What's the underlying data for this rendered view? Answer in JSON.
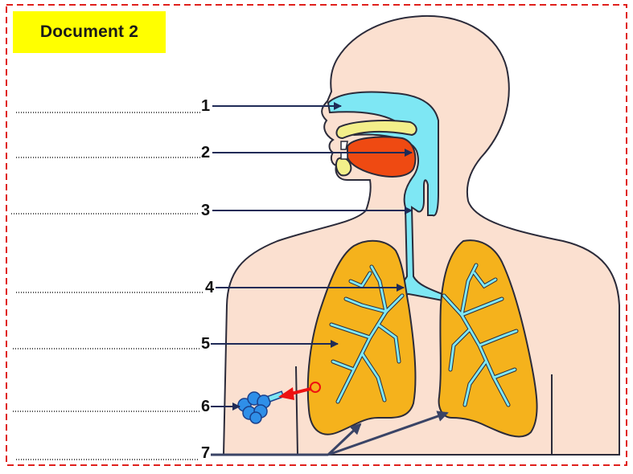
{
  "document": {
    "title": "Document 2",
    "border_color": "#e0201c",
    "title_background": "#ffff00"
  },
  "labels": [
    {
      "number": "1"
    },
    {
      "number": "2"
    },
    {
      "number": "3"
    },
    {
      "number": "4"
    },
    {
      "number": "5"
    },
    {
      "number": "6"
    },
    {
      "number": "7"
    }
  ],
  "colors": {
    "skin": "#fbe0d0",
    "airway": "#7ee7f4",
    "lung": "#f5b21c",
    "tongue": "#ef4a12",
    "palate": "#f3ef8a",
    "arrow": "#1f2b57",
    "red_arrow": "#ee1111"
  }
}
